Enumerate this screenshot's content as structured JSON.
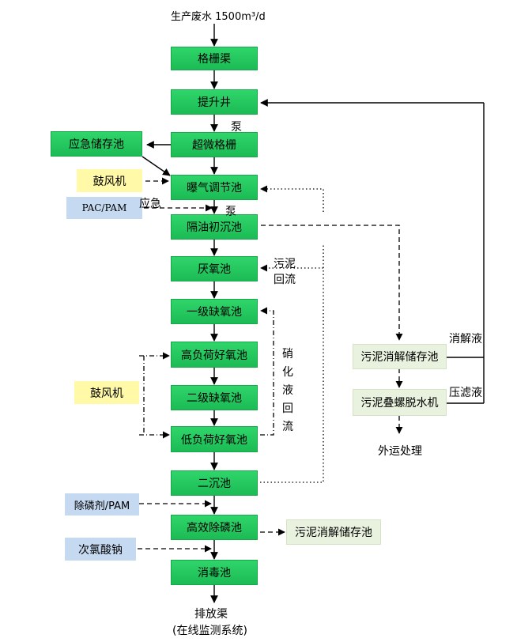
{
  "input_label": "生产废水 1500m³/d",
  "process": {
    "grid_channel": "格栅渠",
    "lift_well": "提升井",
    "micro_grid": "超微格栅",
    "aeration_tank": "曝气调节池",
    "oil_sep": "隔油初沉池",
    "anaerobic": "厌氧池",
    "anoxic1": "一级缺氧池",
    "high_aerobic": "高负荷好氧池",
    "anoxic2": "二级缺氧池",
    "low_aerobic": "低负荷好氧池",
    "secondary_settle": "二沉池",
    "phos_removal": "高效除磷池",
    "disinfection": "消毒池"
  },
  "side": {
    "emergency_storage": "应急储存池",
    "blower1": "鼓风机",
    "pac_pam": "PAC/PAM",
    "blower2": "鼓风机",
    "phos_agent": "除磷剂/PAM",
    "hypochlorite": "次氯酸钠",
    "sludge_digest1": "污泥消解储存池",
    "sludge_dewater": "污泥叠螺脱水机",
    "sludge_digest2": "污泥消解储存池"
  },
  "labels": {
    "pump1": "泵",
    "pump2": "泵",
    "emergency": "应急",
    "sludge_return_1": "污泥",
    "sludge_return_2": "回流",
    "nitrate": [
      "硝",
      "化",
      "液",
      "回",
      "流"
    ],
    "digest_liquid": "消解液",
    "filtrate": "压滤液",
    "outbound": "外运处理",
    "discharge": "排放渠",
    "online_monitor": "(在线监测系统)"
  }
}
